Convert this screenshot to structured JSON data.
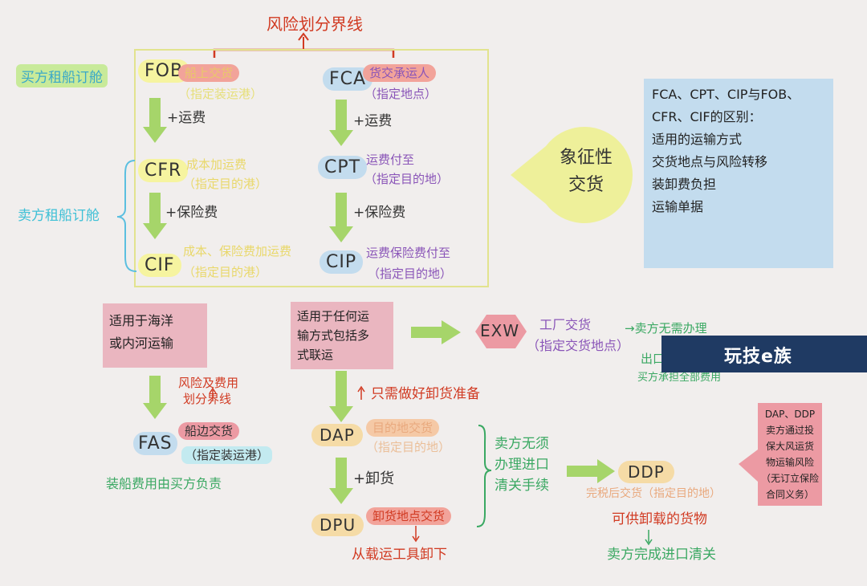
{
  "title": "风险划分界线",
  "group_labels": {
    "seller_booking": "买方租船订舱",
    "buyer_booking": "卖方租船订舱"
  },
  "left_terms": {
    "fob": {
      "code": "FOB",
      "line1": "船上交货",
      "line2": "（指定装运港）"
    },
    "cfr": {
      "code": "CFR",
      "line1": "成本加运费",
      "line2": "（指定目的港）"
    },
    "cif": {
      "code": "CIF",
      "line1": "成本、保险费加运费",
      "line2": "（指定目的港）"
    },
    "step1": "+运费",
    "step2": "+保险费"
  },
  "right_terms": {
    "fca": {
      "code": "FCA",
      "line1": "货交承运人",
      "line2": "（指定地点）"
    },
    "cpt": {
      "code": "CPT",
      "line1": "运费付至",
      "line2": "（指定目的地）"
    },
    "cip": {
      "code": "CIP",
      "line1": "运费保险费付至",
      "line2": "（指定目的地）"
    },
    "step1": "+运费",
    "step2": "+保险费"
  },
  "symbolic_delivery": {
    "line1": "象征性",
    "line2": "交货"
  },
  "comparison_box": {
    "lines": [
      "FCA、CPT、CIP与FOB、",
      "CFR、CIF的区别：",
      "适用的运输方式",
      "交货地点与风险转移",
      "装卸费负担",
      "运输单据"
    ]
  },
  "applicability": {
    "sea": {
      "line1": "适用于海洋",
      "line2": "或内河运输"
    },
    "any": {
      "line1": "适用于任何运",
      "line2": "输方式包括多",
      "line3": "式联运"
    }
  },
  "exw": {
    "code": "EXW",
    "line1": "工厂交货",
    "line2": "（指定交货地点）",
    "note1": "→卖方无需办理",
    "note2": "出口清关手续",
    "note3": "买方承担全部费用"
  },
  "watermark": "玩技e族",
  "fas": {
    "code": "FAS",
    "line1": "船边交货",
    "line2": "（指定装运港）",
    "risk_line1": "风险及费用",
    "risk_line2": "划分界线",
    "bottom": "装船费用由买方负责"
  },
  "dap": {
    "code": "DAP",
    "line1": "目的地交货",
    "line2": "（指定目的地）",
    "prep": "只需做好卸货准备"
  },
  "dpu": {
    "code": "DPU",
    "line1": "卸货地点交货",
    "step": "+卸货",
    "bottom": "从载运工具卸下"
  },
  "import_note": {
    "line1": "卖方无须",
    "line2": "办理进口",
    "line3": "清关手续"
  },
  "ddp": {
    "code": "DDP",
    "line1": "完税后交货（指定目的地）",
    "line2": "可供卸载的货物",
    "bottom": "卖方完成进口清关"
  },
  "ddp_note": {
    "lines": [
      "DAP、DDP",
      "卖方通过投",
      "保大风运货",
      "物运输风险",
      "（无订立保险",
      "合同义务）"
    ]
  },
  "colors": {
    "background": "#f1eeed",
    "frame": "#e7e79a",
    "arrow": "#a6d56a",
    "peach": "#f5c9a6",
    "pink": "#ec9aa3",
    "yellow": "#eef09a",
    "blue": "#c3dcee",
    "violet": "#b79ed6",
    "red": "#d13a22",
    "green": "#3aa862",
    "watermark": "#1f3a63"
  }
}
